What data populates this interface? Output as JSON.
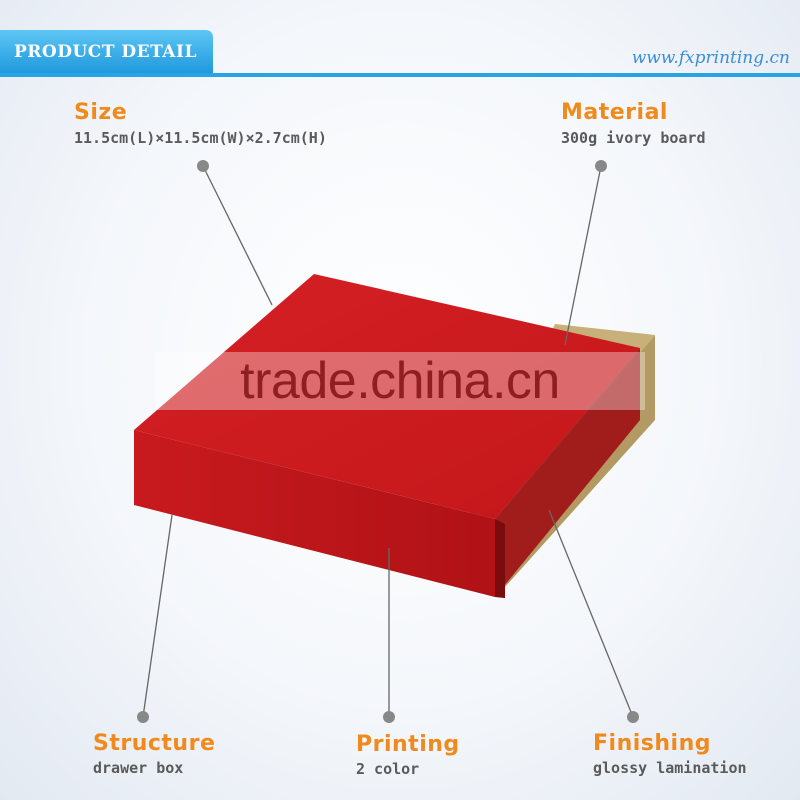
{
  "header": {
    "title": "PRODUCT DETAIL",
    "website": "www.fxprinting.cn"
  },
  "specs": {
    "size": {
      "title": "Size",
      "value": "11.5cm(L)×11.5cm(W)×2.7cm(H)"
    },
    "material": {
      "title": "Material",
      "value": "300g ivory board"
    },
    "structure": {
      "title": "Structure",
      "value": "drawer box"
    },
    "printing": {
      "title": "Printing",
      "value": "2 color"
    },
    "finishing": {
      "title": "Finishing",
      "value": "glossy lamination"
    }
  },
  "watermark": "trade.china.cn",
  "colors": {
    "accent_blue": "#28a4e6",
    "title_orange": "#f08a1c",
    "box_red": "#d51e22",
    "kraft": "#b39a62"
  }
}
